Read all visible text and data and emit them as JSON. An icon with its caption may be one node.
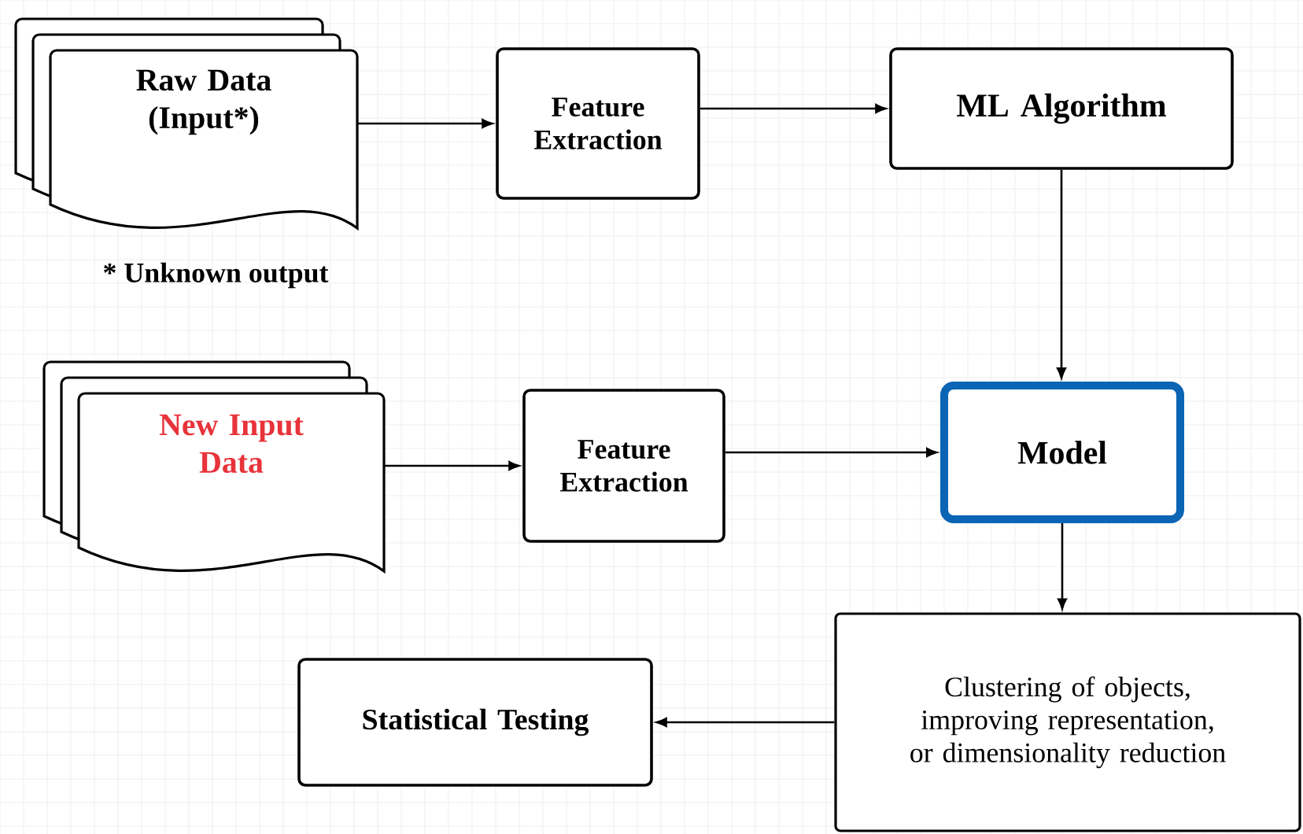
{
  "diagram": {
    "nodes": [
      {
        "text": [
          "Raw Data (Input*)"
        ]
      },
      {
        "text": [
          "Feature Extraction"
        ]
      },
      {
        "text": [
          "ML Algorithm"
        ]
      },
      {
        "text": [
          "New Input Data"
        ]
      },
      {
        "text": [
          "Feature Extraction"
        ]
      },
      {
        "text": [
          "Model"
        ]
      },
      {
        "text": [
          "Clustering of objects, improving representation, or dimensionality reduction"
        ]
      },
      {
        "text": [
          "Statistical Testing"
        ]
      }
    ],
    "edges": [
      {
        "from": 0,
        "to": 1,
        "arrow": "to"
      },
      {
        "from": 1,
        "to": 2,
        "arrow": "to"
      },
      {
        "from": 2,
        "to": 5,
        "arrow": "to"
      },
      {
        "from": 3,
        "to": 4,
        "arrow": "to"
      },
      {
        "from": 4,
        "to": 5,
        "arrow": "to"
      },
      {
        "from": 5,
        "to": 6,
        "arrow": "to"
      },
      {
        "from": 6,
        "to": 7,
        "arrow": "to"
      }
    ],
    "labels": [
      "* Unknown output"
    ]
  }
}
